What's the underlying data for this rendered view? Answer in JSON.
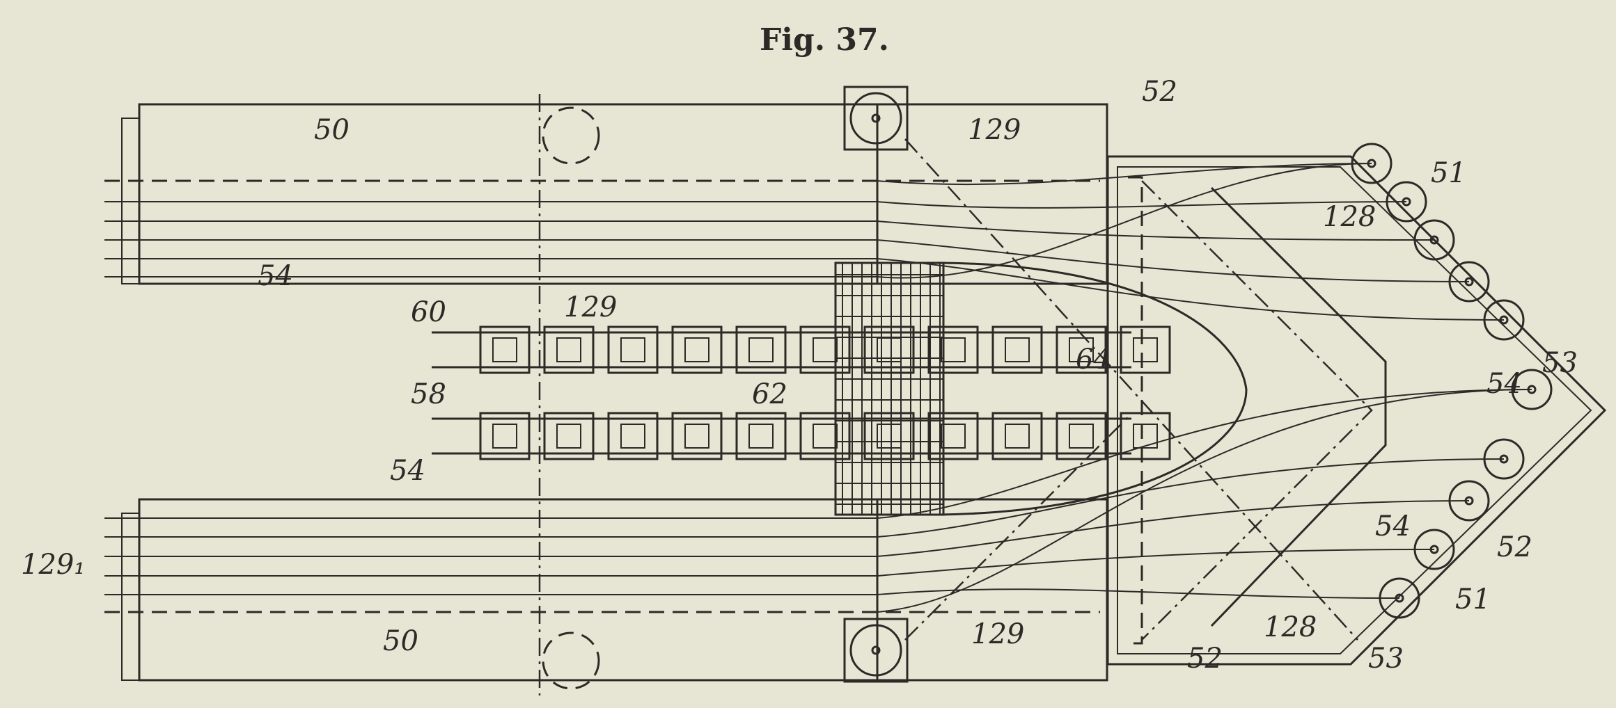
{
  "figure": {
    "title": "Fig. 37.",
    "labels": [
      "50",
      "129",
      "52",
      "51",
      "128",
      "54",
      "60",
      "129",
      "53",
      "54",
      "58",
      "62",
      "64",
      "54",
      "129₁",
      "54",
      "52",
      "51",
      "128",
      "50",
      "129",
      "52",
      "53"
    ]
  },
  "colors": {
    "paper": "#e7e5d3",
    "ink": "#2b2a27"
  }
}
